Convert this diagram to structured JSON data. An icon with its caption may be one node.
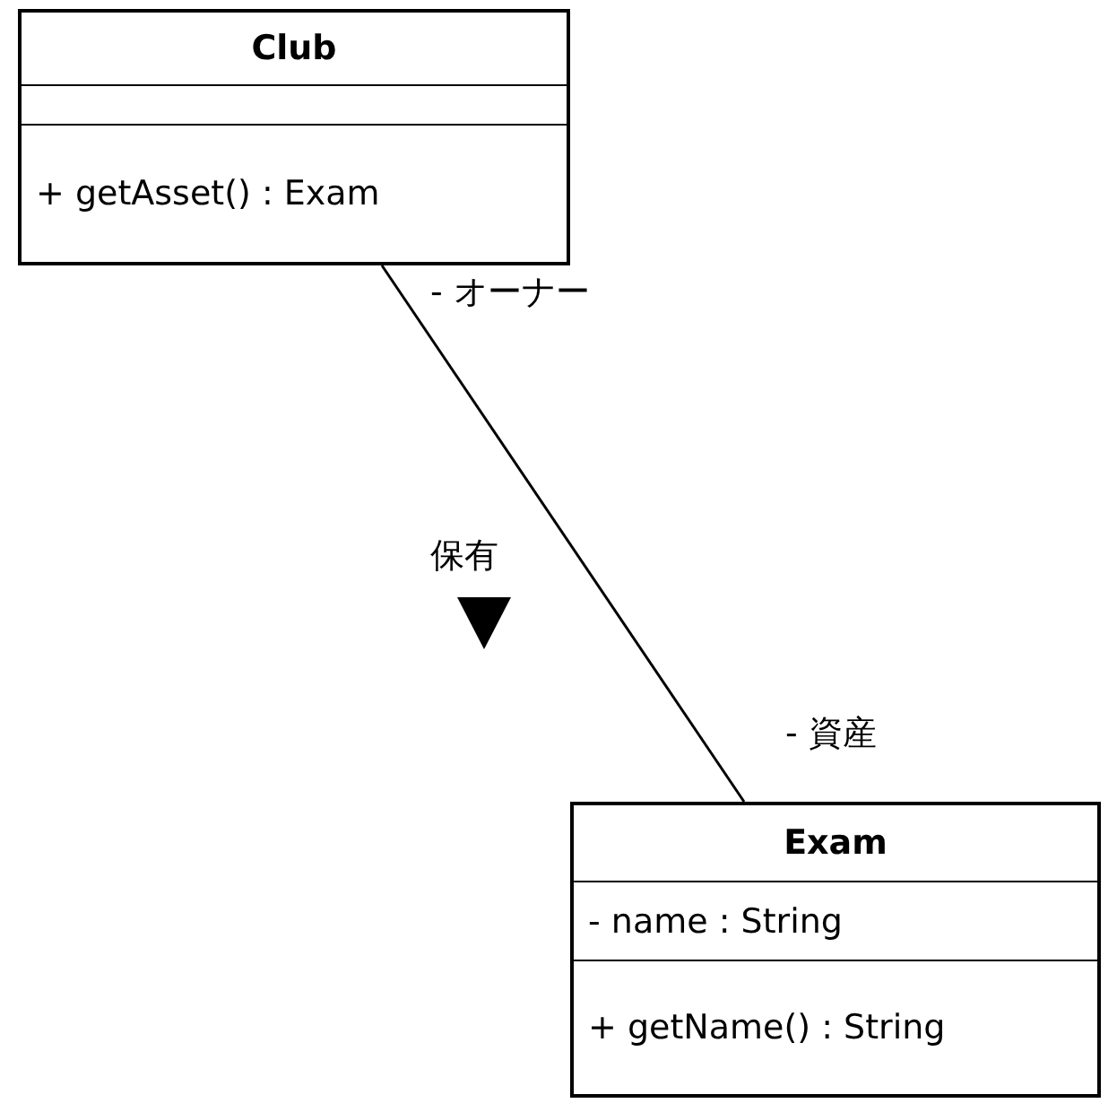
{
  "diagram": {
    "nodes": [
      {
        "text": [
          "Club",
          "+ getAsset() : Exam"
        ]
      },
      {
        "text": [
          "Exam",
          "- name : String",
          "+ getName() : String"
        ]
      }
    ],
    "edges": [
      {
        "from": 0,
        "to": 1,
        "arrow": "none",
        "label": "保有"
      }
    ],
    "labels": [
      "- オーナー",
      "- 資産"
    ]
  }
}
